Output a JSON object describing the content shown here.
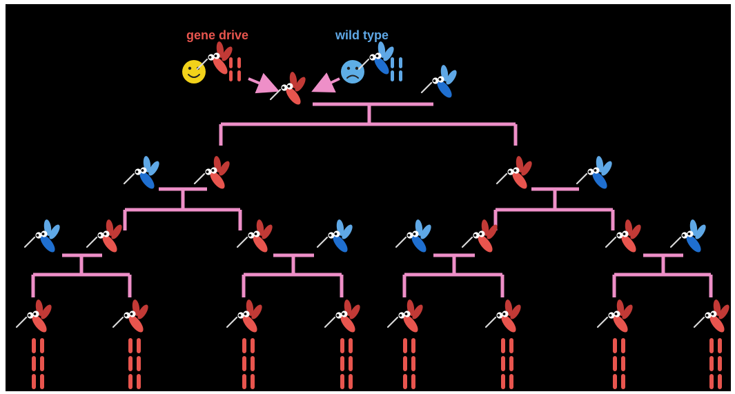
{
  "legend": {
    "gene_drive_label": "gene drive",
    "wild_type_label": "wild type"
  },
  "colors": {
    "background": "#000000",
    "gene_drive": "#e8554e",
    "gene_drive_dark": "#c23a36",
    "wild_type": "#1f6fd0",
    "wild_type_light": "#5fa8e6",
    "lineage": "#ee8fc8",
    "happy_face": "#f2d21a",
    "sad_face": "#5eaee6"
  },
  "icons": {
    "gene_drive": "happy-face-icon",
    "wild_type": "sad-face-icon",
    "insect": "mosquito-icon",
    "chromosome": "chromosome-pair-icon"
  },
  "generations": [
    [
      "gene-drive",
      "wild-type"
    ],
    [
      "wild-type",
      "gene-drive",
      "gene-drive",
      "wild-type"
    ],
    [
      "wild-type",
      "gene-drive",
      "gene-drive",
      "wild-type",
      "wild-type",
      "gene-drive",
      "gene-drive",
      "wild-type"
    ],
    [
      "gene-drive",
      "gene-drive",
      "gene-drive",
      "gene-drive",
      "gene-drive",
      "gene-drive",
      "gene-drive",
      "gene-drive"
    ]
  ],
  "offspring_chromosomes": "gene-drive"
}
